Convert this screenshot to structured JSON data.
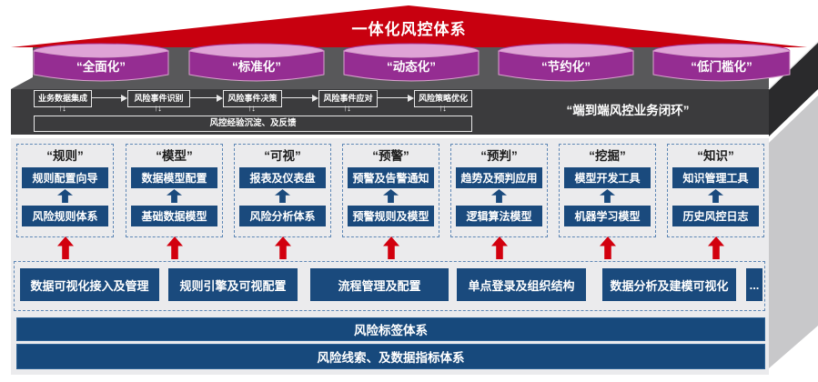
{
  "title": "一体化风控体系",
  "pillars": [
    "“全面化”",
    "“标准化”",
    "“动态化”",
    "“节约化”",
    "“低门槛化”"
  ],
  "flow": {
    "steps": [
      "业务数据集成",
      "风险事件识别",
      "风险事件决策",
      "风险事件应对",
      "风险策略优化"
    ],
    "updown_icon": "↑↓",
    "feedback": "风控经验沉淀、及反馈",
    "caption": "“端到端风控业务闭环”"
  },
  "columns": [
    {
      "title": "“规则”",
      "top": "规则配置向导",
      "bottom": "风险规则体系"
    },
    {
      "title": "“模型”",
      "top": "数据模型配置",
      "bottom": "基础数据模型"
    },
    {
      "title": "“可视”",
      "top": "报表及仪表盘",
      "bottom": "风险分析体系"
    },
    {
      "title": "“预警”",
      "top": "预警及告警通知",
      "bottom": "预警规则及模型"
    },
    {
      "title": "“预判”",
      "top": "趋势及预判应用",
      "bottom": "逻辑算法模型"
    },
    {
      "title": "“挖掘”",
      "top": "模型开发工具",
      "bottom": "机器学习模型"
    },
    {
      "title": "“知识”",
      "top": "知识管理工具",
      "bottom": "历史风控日志"
    }
  ],
  "platform_services": [
    "数据可视化接入及管理",
    "规则引擎及可视配置",
    "流程管理及配置",
    "单点登录及组织结构",
    "数据分析及建模可视化",
    "..."
  ],
  "base_bars": [
    "风险标签体系",
    "风险线索、及数据指标体系"
  ],
  "colors": {
    "roof_red": "#C8000F",
    "pillar_purple": "#952D92",
    "pillar_rim": "#DFA3D6",
    "band_dark": "#3B3B3D",
    "navy": "#1A4A7D",
    "dashed_blue": "#5E87B5",
    "arrow_red": "#D2000E",
    "body_gray": "#EBEBED"
  }
}
